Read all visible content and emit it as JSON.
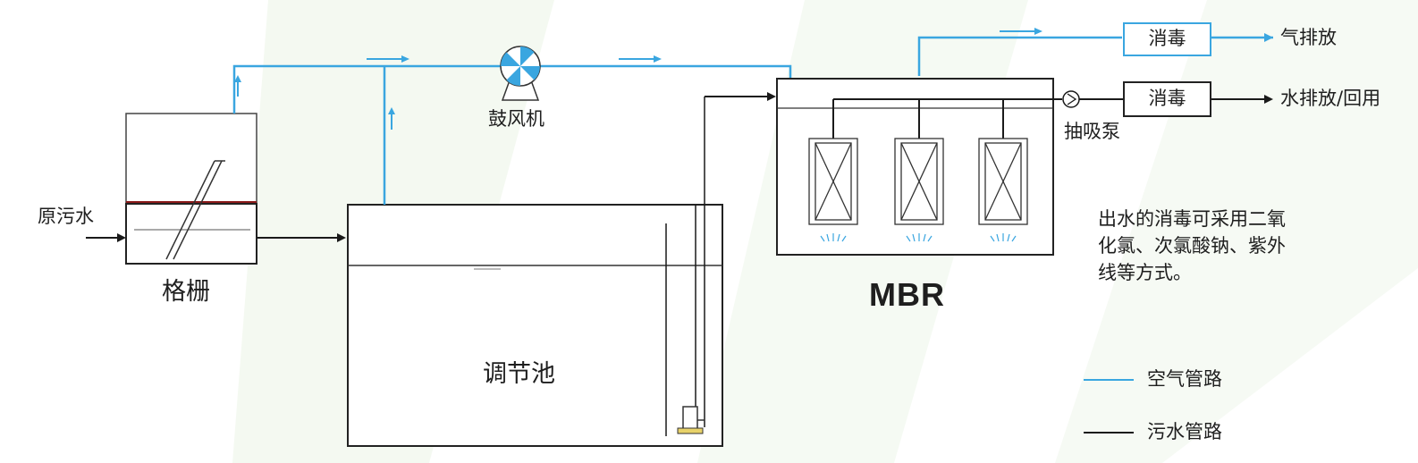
{
  "colors": {
    "air_pipe": "#3aa6e0",
    "sewage_pipe": "#1a1a1a",
    "disinfect_box": "#3aa6e0",
    "mbr_box_border": "#222222",
    "blower_blue": "#3aa6e0",
    "tank_fill": "#ffffff"
  },
  "labels": {
    "raw_sewage": "原污水",
    "grille": "格栅",
    "blower": "鼓风机",
    "regulating_tank": "调节池",
    "suction_pump": "抽吸泵",
    "mbr": "MBR",
    "disinfect_top": "消毒",
    "disinfect_bottom": "消毒",
    "gas_discharge": "气排放",
    "water_discharge": "水排放/回用"
  },
  "note": {
    "line1": "出水的消毒可采用二氧",
    "line2": "化氯、次氯酸钠、紫外",
    "line3": "线等方式。"
  },
  "legend": {
    "air": "空气管路",
    "sewage": "污水管路"
  },
  "icons": {
    "blower": "blower-fan-icon",
    "pump": "suction-pump-icon",
    "submersible_pump": "submersible-pump-icon",
    "membrane": "membrane-module-icon",
    "aerator": "aerator-diffuser-icon"
  }
}
